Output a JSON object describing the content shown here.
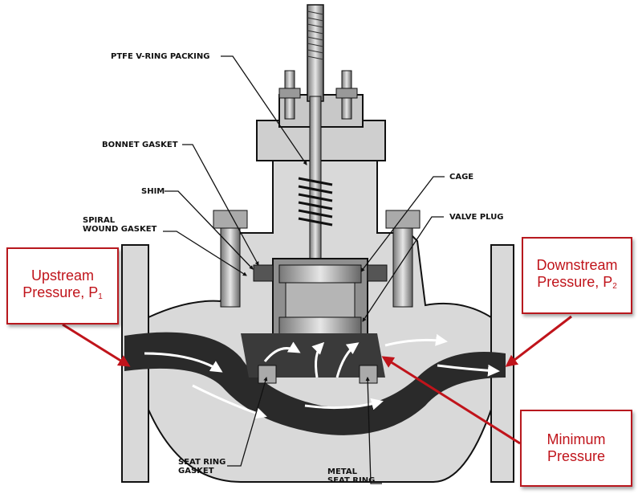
{
  "labels": {
    "ptfe": "PTFE V-RING PACKING",
    "bonnet_gasket": "BONNET GASKET",
    "shim": "SHIM",
    "spiral_1": "SPIRAL",
    "spiral_2": "WOUND GASKET",
    "cage": "CAGE",
    "valve_plug": "VALVE PLUG",
    "seat_ring_1": "SEAT RING",
    "seat_ring_2": "GASKET",
    "metal_1": "METAL",
    "metal_2": "SEAT RING"
  },
  "callouts": {
    "upstream_1": "Upstream",
    "upstream_2": "Pressure, P",
    "upstream_sub": "1",
    "downstream_1": "Downstream",
    "downstream_2": "Pressure, P",
    "downstream_sub": "2",
    "minimum_1": "Minimum",
    "minimum_2": "Pressure"
  },
  "colors": {
    "callout": "#c0141b",
    "body": "#d9d9d9",
    "flow": "#222222"
  }
}
